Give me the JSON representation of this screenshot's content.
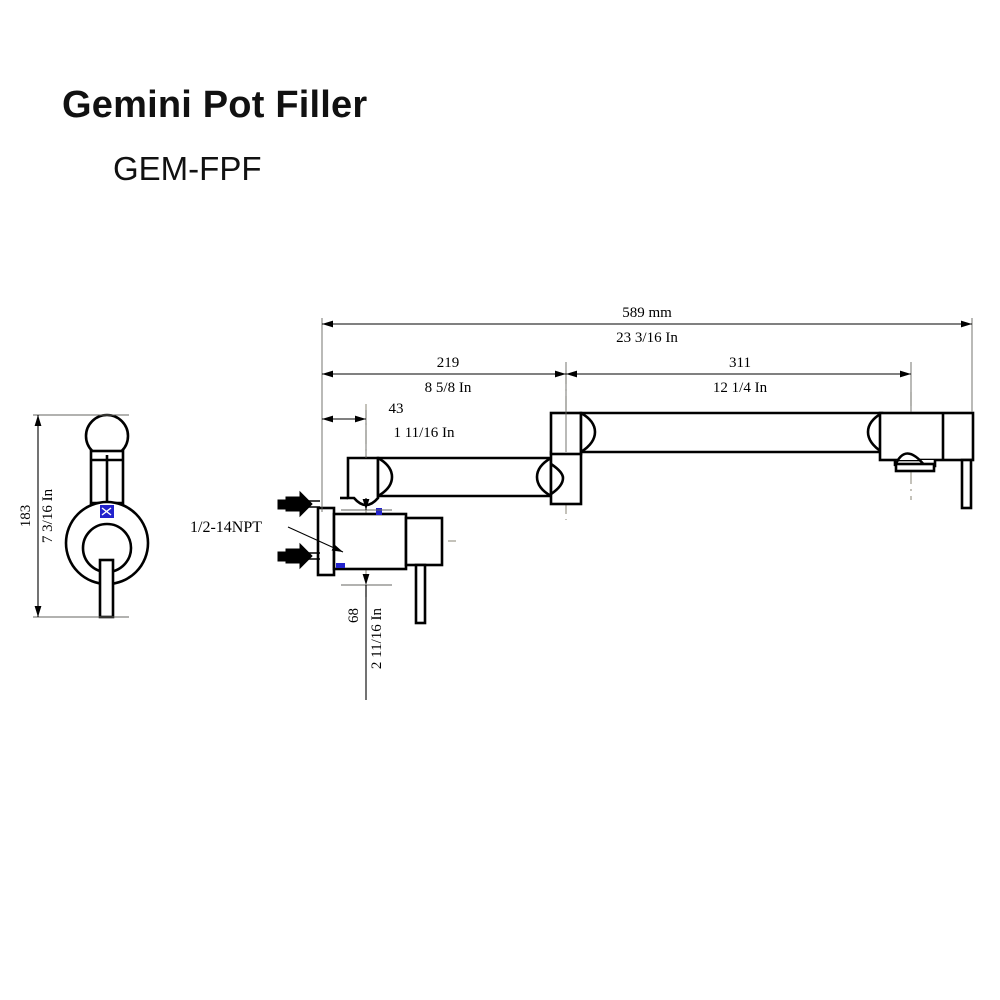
{
  "document": {
    "title": "Gemini Pot Filler",
    "model": "GEM-FPF",
    "type": "technical-dimension-drawing",
    "background_color": "#ffffff",
    "line_color": "#000000",
    "accent_color": "#2222cc"
  },
  "dimensions": {
    "overall_length": {
      "mm": "589  mm",
      "inch": "23  3/16  In"
    },
    "lower_arm": {
      "mm": "219",
      "inch": "8  5/8  In"
    },
    "upper_arm": {
      "mm": "311",
      "inch": "12  1/4  In"
    },
    "wall_offset": {
      "mm": "43",
      "inch": "1  11/16  In"
    },
    "body_height": {
      "mm": "68",
      "inch": "2  11/16  In"
    },
    "side_view_height": {
      "mm": "183",
      "inch": "7  3/16  In"
    }
  },
  "annotations": {
    "inlet_thread": "1/2-14NPT"
  },
  "views": {
    "side_view_name": "side-elevation-view",
    "front_view_name": "front-elevation-view"
  }
}
